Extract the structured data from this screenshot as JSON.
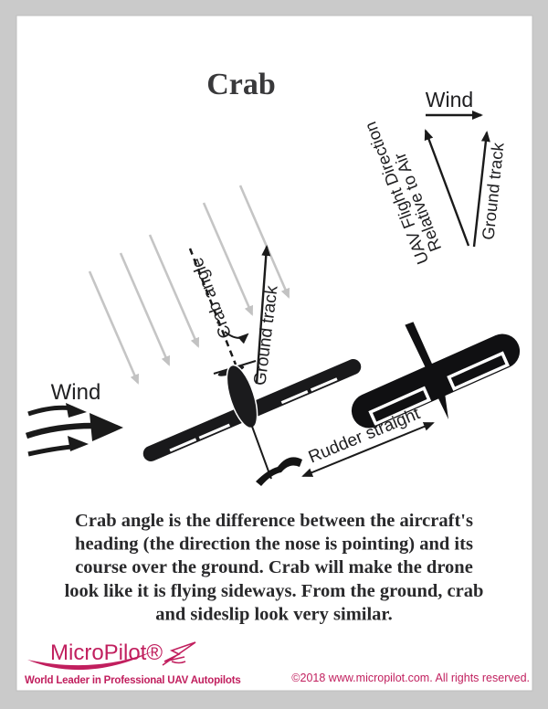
{
  "page": {
    "title": "Crab",
    "background_color": "#cacaca",
    "paper_color": "#ffffff"
  },
  "vector_diagram": {
    "wind_label": "Wind",
    "uav_direction_label_line1": "UAV Flight Direction",
    "uav_direction_label_line2": "Relative to Air",
    "ground_track_label": "Ground track"
  },
  "main_diagram": {
    "wind_label": "Wind",
    "crab_angle_label": "Crab angle",
    "ground_track_label": "Ground track",
    "rudder_label": "Rudder straight",
    "icons": {
      "wind_streamlines": "five gray parallel arrows blowing down-right",
      "wind_gusts": "three black swoosh arrows pointing right",
      "heading_line": "dashed heading line",
      "aircraft_top_view": "UAV silhouette crabbing",
      "aircraft_rear_view": "UAV silhouette rudder straight"
    }
  },
  "description": {
    "lines": [
      "Crab angle is the difference between the aircraft's",
      "heading (the direction the nose is pointing) and its",
      "course over the ground. Crab will make the drone",
      "look like it is flying sideways. From the ground, crab",
      "and sideslip look very similar."
    ]
  },
  "footer": {
    "logo_text": "MicroPilot®",
    "tagline": "World Leader in Professional UAV Autopilots",
    "copyright": "©2018 www.micropilot.com. All rights reserved."
  },
  "colors": {
    "brand": "#c11f5e",
    "ink": "#1a1a1a",
    "wind_gray": "#c5c5c5",
    "title_gray": "#39393b"
  }
}
